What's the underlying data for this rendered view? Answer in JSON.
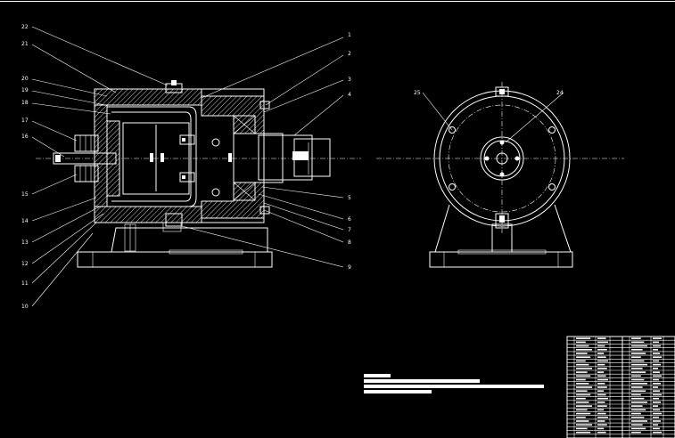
{
  "drawing": {
    "background": "#000000",
    "line_color": "#ffffff",
    "left_callouts": [
      "22",
      "21",
      "20",
      "19",
      "18",
      "17",
      "16",
      "15",
      "14",
      "13",
      "12",
      "11",
      "10"
    ],
    "right_callouts": [
      "1",
      "2",
      "3",
      "4",
      "5",
      "6",
      "7",
      "8",
      "9"
    ],
    "end_view_callouts": [
      "25",
      "24"
    ]
  }
}
